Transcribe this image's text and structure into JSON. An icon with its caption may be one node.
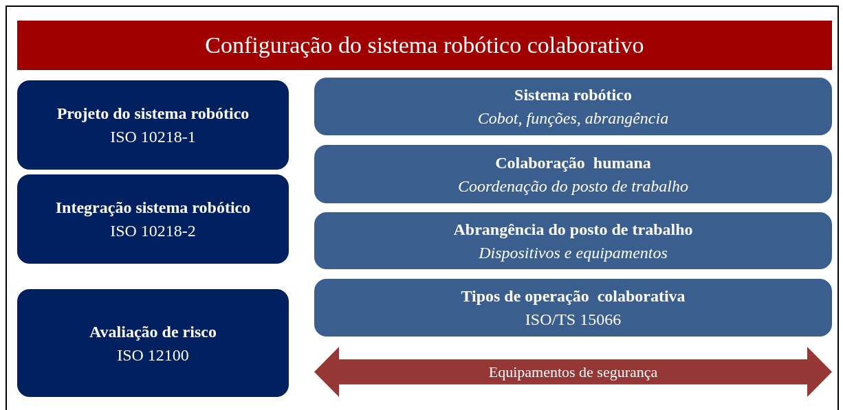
{
  "diagram": {
    "title": "Configuração do sistema robótico colaborativo",
    "nodes": [
      {
        "text": [
          "Projeto do sistema robótico",
          "ISO 10218-1"
        ]
      },
      {
        "text": [
          "Integração sistema robótico",
          "ISO 10218-2"
        ]
      },
      {
        "text": [
          "Avaliação de risco",
          "ISO 12100"
        ]
      },
      {
        "text": [
          "Sistema robótico",
          "Cobot, funções, abrangência"
        ]
      },
      {
        "text": [
          "Colaboração  humana",
          "Coordenação do posto de trabalho"
        ]
      },
      {
        "text": [
          "Abrangência do posto de trabalho",
          "Dispositivos e equipamentos"
        ]
      },
      {
        "text": [
          "Tipos de operação  colaborativa",
          "ISO/TS 15066"
        ]
      },
      {
        "text": [
          "Equipamentos de segurança"
        ]
      }
    ],
    "edges": []
  }
}
